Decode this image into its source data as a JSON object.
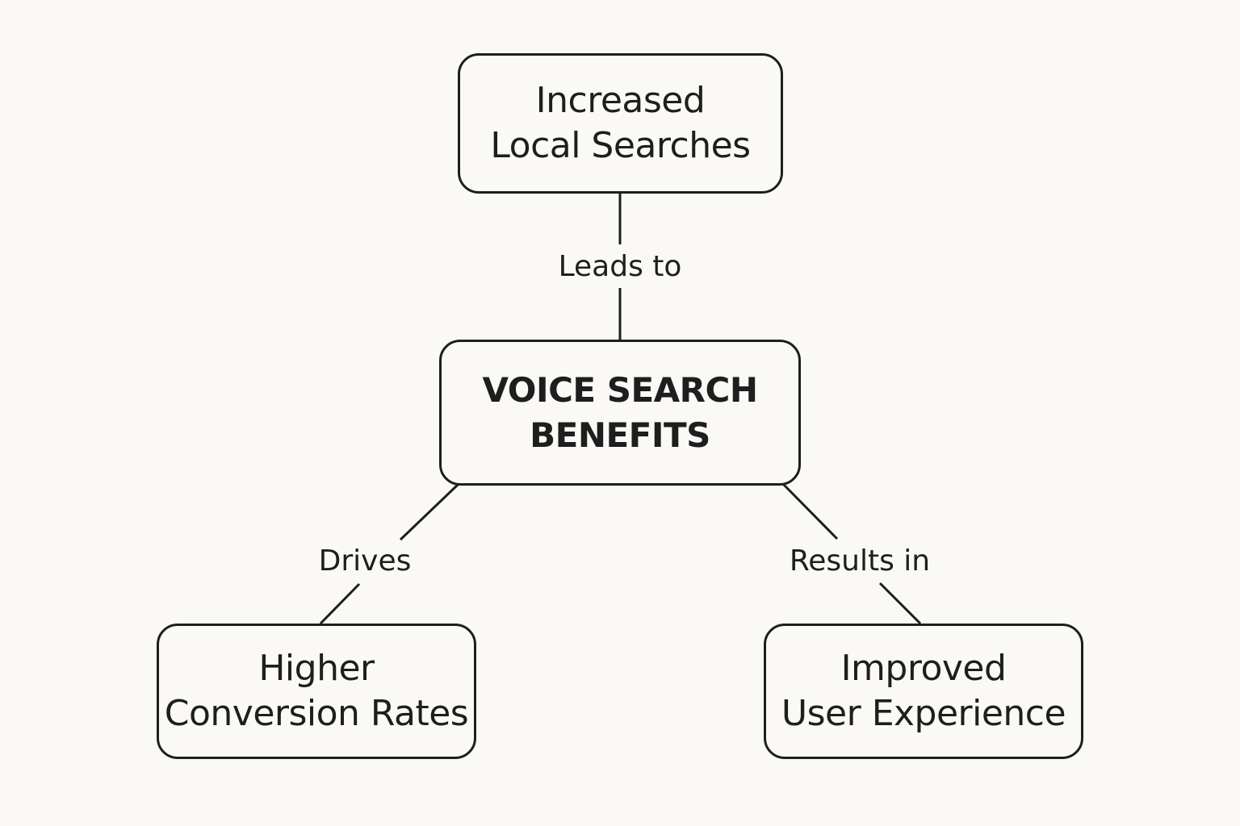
{
  "nodes": {
    "top": {
      "lines": [
        "Increased",
        "Local Searches"
      ]
    },
    "center": {
      "lines": [
        "VOICE SEARCH",
        "BENEFITS"
      ]
    },
    "left": {
      "lines": [
        "Higher",
        "Conversion Rates"
      ]
    },
    "right": {
      "lines": [
        "Improved",
        "User Experience"
      ]
    }
  },
  "edges": {
    "top_to_center": "Leads to",
    "center_to_left": "Drives",
    "center_to_right": "Results in"
  },
  "colors": {
    "background": "#faf9f6",
    "stroke": "#1e1e1e",
    "text": "#1e1e1e"
  }
}
